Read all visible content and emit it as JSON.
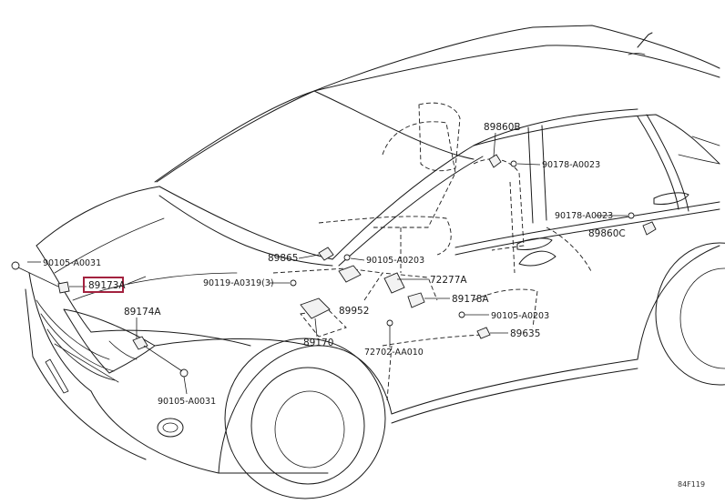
{
  "parts": {
    "p89860B": "89860B",
    "p90178_top": "90178-A0023",
    "p90178_mid": "90178-A0023",
    "p89860C": "89860C",
    "p89865": "89865",
    "p90105_center": "90105-A0203",
    "p72277A": "72277A",
    "p90119": "90119-A0319(3)",
    "p89178A": "89178A",
    "p89952": "89952",
    "p90105_right": "90105-A0203",
    "p89635": "89635",
    "p89170": "89170",
    "p72702": "72702-AA010",
    "p90105_left": "90105-A0031",
    "p89173A": "89173A",
    "p89174A": "89174A",
    "p90105_bottom": "90105-A0031"
  },
  "highlighted_part": "89173A",
  "highlight_color": "#a3223f",
  "figure_code": "84F119"
}
